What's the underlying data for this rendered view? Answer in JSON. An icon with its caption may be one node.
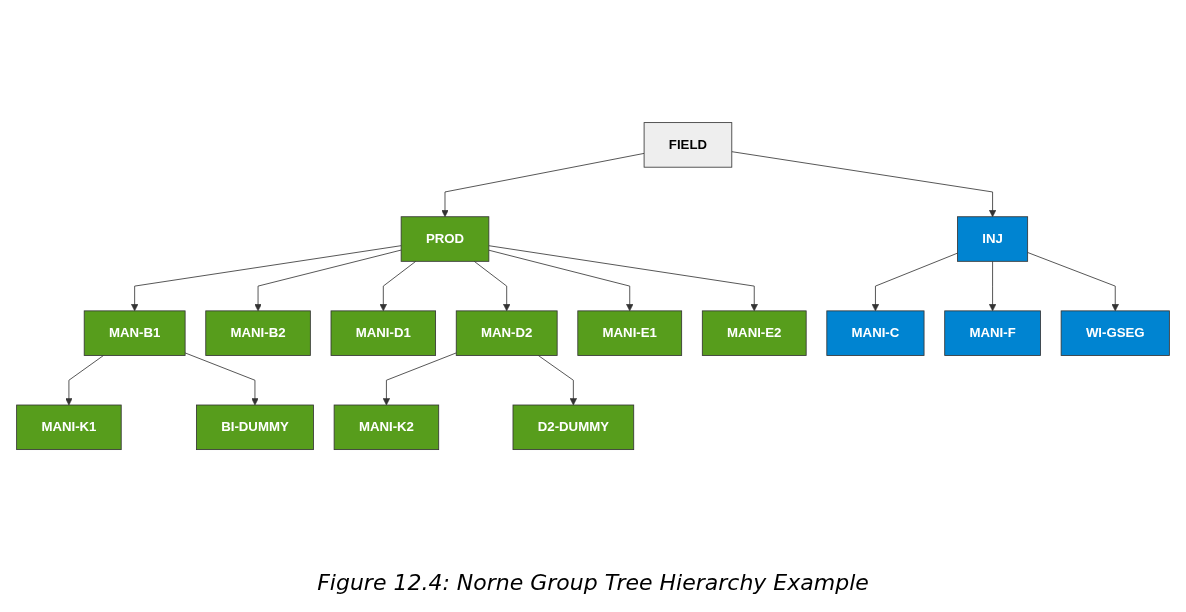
{
  "diagram": {
    "caption": "Figure 12.4: Norne Group Tree Hierarchy Example",
    "nodes": [
      {
        "text": [
          "FIELD"
        ]
      },
      {
        "text": [
          "PROD"
        ]
      },
      {
        "text": [
          "INJ"
        ]
      },
      {
        "text": [
          "MAN-B1"
        ]
      },
      {
        "text": [
          "MANI-B2"
        ]
      },
      {
        "text": [
          "MANI-D1"
        ]
      },
      {
        "text": [
          "MAN-D2"
        ]
      },
      {
        "text": [
          "MANI-E1"
        ]
      },
      {
        "text": [
          "MANI-E2"
        ]
      },
      {
        "text": [
          "MANI-C"
        ]
      },
      {
        "text": [
          "MANI-F"
        ]
      },
      {
        "text": [
          "WI-GSEG"
        ]
      },
      {
        "text": [
          "MANI-K1"
        ]
      },
      {
        "text": [
          "BI-DUMMY"
        ]
      },
      {
        "text": [
          "MANI-K2"
        ]
      },
      {
        "text": [
          "D2-DUMMY"
        ]
      }
    ],
    "edges": [
      {
        "from": 0,
        "to": 1,
        "arrow": "to"
      },
      {
        "from": 0,
        "to": 2,
        "arrow": "to"
      },
      {
        "from": 1,
        "to": 3,
        "arrow": "to"
      },
      {
        "from": 1,
        "to": 4,
        "arrow": "to"
      },
      {
        "from": 1,
        "to": 5,
        "arrow": "to"
      },
      {
        "from": 1,
        "to": 6,
        "arrow": "to"
      },
      {
        "from": 1,
        "to": 7,
        "arrow": "to"
      },
      {
        "from": 1,
        "to": 8,
        "arrow": "to"
      },
      {
        "from": 2,
        "to": 9,
        "arrow": "to"
      },
      {
        "from": 2,
        "to": 10,
        "arrow": "to"
      },
      {
        "from": 2,
        "to": 11,
        "arrow": "to"
      },
      {
        "from": 3,
        "to": 12,
        "arrow": "to"
      },
      {
        "from": 3,
        "to": 13,
        "arrow": "to"
      },
      {
        "from": 6,
        "to": 14,
        "arrow": "to"
      },
      {
        "from": 6,
        "to": 15,
        "arrow": "to"
      }
    ]
  }
}
